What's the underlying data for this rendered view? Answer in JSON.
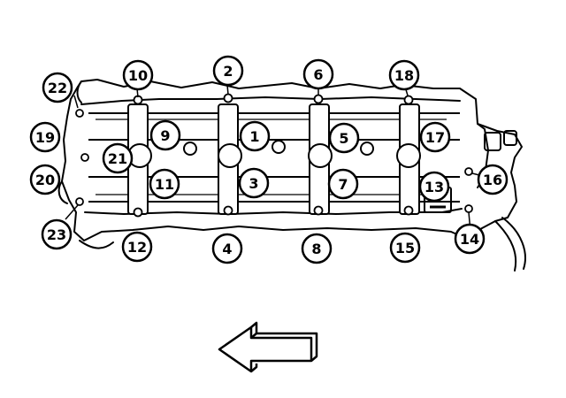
{
  "colors": {
    "line": "#000000",
    "fill": "#ffffff"
  },
  "direction_arrow": {
    "icon": "left-arrow-icon",
    "points": "left"
  },
  "callouts": [
    {
      "id": "bolt-1",
      "label": "1"
    },
    {
      "id": "bolt-2",
      "label": "2"
    },
    {
      "id": "bolt-3",
      "label": "3"
    },
    {
      "id": "bolt-4",
      "label": "4"
    },
    {
      "id": "bolt-5",
      "label": "5"
    },
    {
      "id": "bolt-6",
      "label": "6"
    },
    {
      "id": "bolt-7",
      "label": "7"
    },
    {
      "id": "bolt-8",
      "label": "8"
    },
    {
      "id": "bolt-9",
      "label": "9"
    },
    {
      "id": "bolt-10",
      "label": "10"
    },
    {
      "id": "bolt-11",
      "label": "11"
    },
    {
      "id": "bolt-12",
      "label": "12"
    },
    {
      "id": "bolt-13",
      "label": "13"
    },
    {
      "id": "bolt-14",
      "label": "14"
    },
    {
      "id": "bolt-15",
      "label": "15"
    },
    {
      "id": "bolt-16",
      "label": "16"
    },
    {
      "id": "bolt-17",
      "label": "17"
    },
    {
      "id": "bolt-18",
      "label": "18"
    },
    {
      "id": "bolt-19",
      "label": "19"
    },
    {
      "id": "bolt-20",
      "label": "20"
    },
    {
      "id": "bolt-21",
      "label": "21"
    },
    {
      "id": "bolt-22",
      "label": "22"
    },
    {
      "id": "bolt-23",
      "label": "23"
    }
  ]
}
